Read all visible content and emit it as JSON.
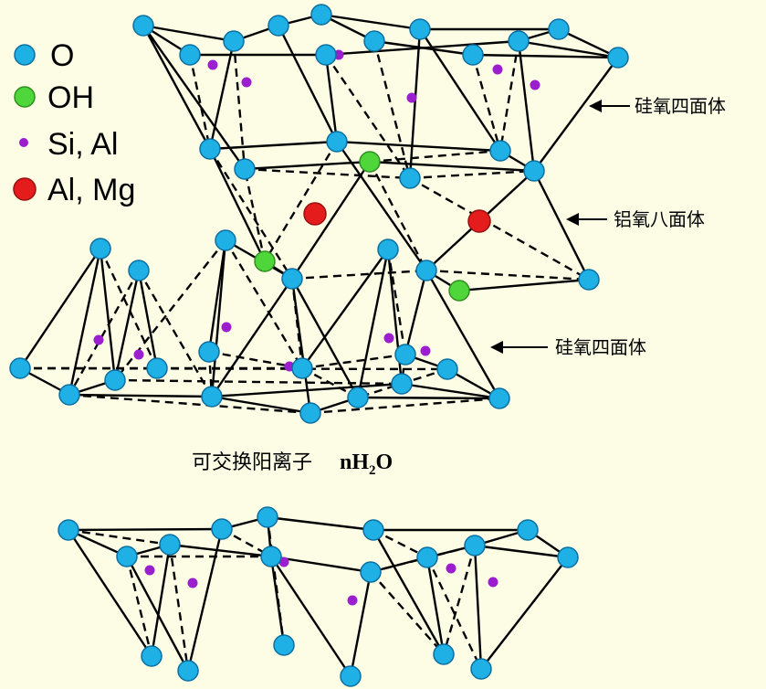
{
  "legend": [
    {
      "label": "O",
      "color": "#1fb1e6",
      "shape": "large-circle"
    },
    {
      "label": "OH",
      "color": "#4fd63a",
      "shape": "large-circle"
    },
    {
      "label": "Si, Al",
      "color": "#9b1fcf",
      "shape": "small-dot"
    },
    {
      "label": "Al, Mg",
      "color": "#e51c1c",
      "shape": "large-circle"
    }
  ],
  "annotations": {
    "top_layer": "硅氧四面体",
    "middle_layer": "铝氧八面体",
    "bottom_layer": "硅氧四面体"
  },
  "interlayer": {
    "text": "可交换阳离子",
    "formula_n": "nH",
    "formula_sub": "2",
    "formula_o": "O"
  },
  "colors": {
    "background": "#fdfde6",
    "oxygen": "#1fb1e6",
    "hydroxyl": "#4fd63a",
    "silicon": "#9b1fcf",
    "aluminum": "#e51c1c",
    "bond": "#000000"
  }
}
